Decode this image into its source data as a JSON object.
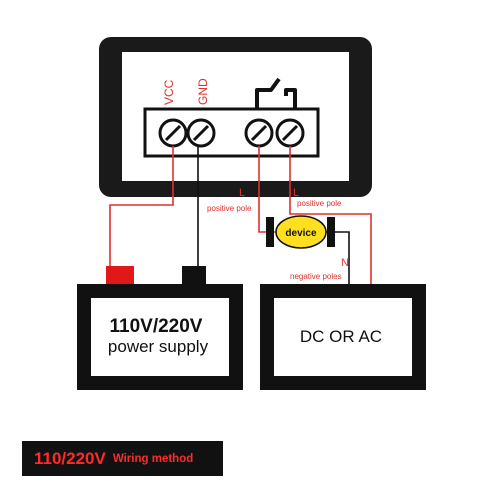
{
  "terminals": {
    "vcc": "VCC",
    "gnd": "GND"
  },
  "labels": {
    "l_left": "L",
    "positive_pole_left": "positive pole",
    "l_right": "L",
    "positive_pole_right": "positive pole",
    "n": "N",
    "negative_poles": "negative poles"
  },
  "device": {
    "label": "device"
  },
  "power_supply": {
    "voltage": "110V/220V",
    "caption": "power supply"
  },
  "load": {
    "label": "DC OR AC"
  },
  "caption": {
    "main": "110/220V",
    "sub": "Wiring method"
  },
  "colors": {
    "wire_red": "#e03030",
    "wire_black": "#111111",
    "device_fill": "#ffe020",
    "caption_text": "#ff2a2a",
    "caption_bg": "#111111"
  }
}
